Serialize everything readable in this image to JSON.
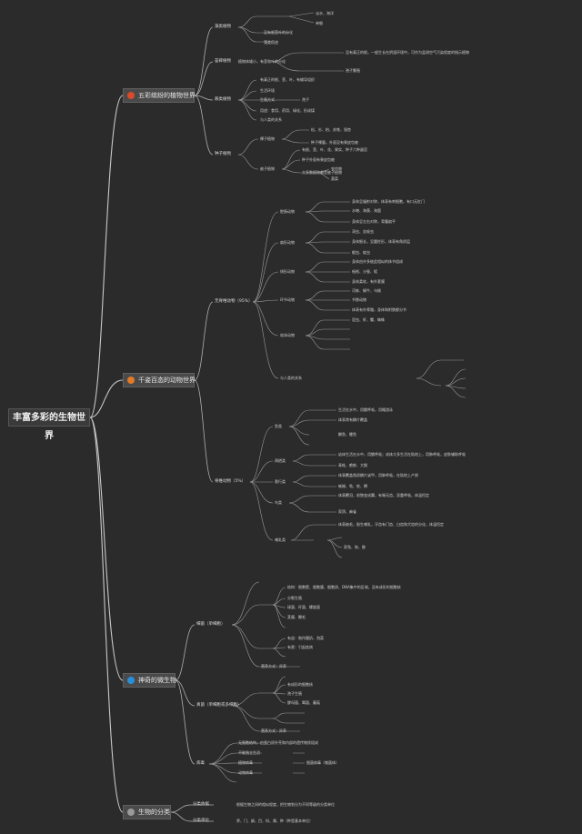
{
  "root": "丰富多彩的生物世界",
  "branches": [
    {
      "label": "五彩缤纷的植物世界",
      "color": "#d84a2a"
    },
    {
      "label": "千姿百态的动物世界",
      "color": "#e27a2a"
    },
    {
      "label": "神奇的微生物",
      "color": "#2a8fd8"
    },
    {
      "label": "生物的分类",
      "color": "#9a9a9a"
    }
  ],
  "nodes": {
    "p1": "藻类植物",
    "p1a": "淡水、海洋",
    "p1b": "单细",
    "p1c": "没有根茎叶的分化",
    "p1d": "藻类用途",
    "p2": "苔藓植物",
    "p2x": "植物体矮小，有茎和叶的分化",
    "p2a": "没有真正的根，一般生长在阴湿环境中，可作为监测空气污染程度的指示植物",
    "p2b": "孢子繁殖",
    "p3": "蕨类植物",
    "p3a": "有真正的根、茎、叶，有输导组织",
    "p3b": "生活环境",
    "p3c": "生殖方式",
    "p3d": "用途：食用、药用、绿化、形成煤",
    "p3e": "与人类的关系",
    "p3e1": "孢子",
    "p4": "种子植物",
    "p4a": "裸子植物",
    "p4a1": "松、杉、柏、苏铁、银杏",
    "p4a2": "种子裸露，外面没有果皮包被",
    "p4b": "被子植物",
    "p4b1": "有根、茎、叶、花、果实、种子六种器官",
    "p4b2": "种子外面有果皮包被",
    "p4b3": "大多数植物都是被子植物",
    "p4b4": "农作物",
    "p4b5": "蔬菜",
    "a1": "无脊椎动物（95%）",
    "a1a": "腔肠动物",
    "a1a1": "身体呈辐射对称，体表有刺细胞，有口无肛门",
    "a1a2": "水螅、海葵、海蜇",
    "a1b": "扁形动物",
    "a1b1": "身体呈左右对称，背腹扁平",
    "a1b2": "涡虫、血吸虫",
    "a1c": "线形动物",
    "a1c1": "身体细长，呈圆柱形，体表有角质层",
    "a1c2": "蛔虫、蛲虫",
    "a1d": "环节动物",
    "a1d1": "身体由许多彼此相似的体节组成",
    "a1d2": "蚯蚓、沙蚕、蛭",
    "a1e": "软体动物",
    "a1e1": "身体柔软，有外套膜",
    "a1e2": "河蚌、蜗牛、乌贼",
    "a1f": "节肢动物",
    "a1f1": "体表有外骨骼，身体和附肢都分节",
    "a1f2": "昆虫、虾、蟹、蜘蛛",
    "a1g": "与人类的关系",
    "a2": "脊椎动物（5%）",
    "a2a": "鱼类",
    "a2a1": "生活在水中，用鳃呼吸，用鳍游泳",
    "a2a2": "体表常有鳞片覆盖",
    "a2a3": "鲫鱼、鲤鱼",
    "a2b": "两栖类",
    "a2b1": "幼体生活在水中，用鳃呼吸；成体大多生活在陆地上，用肺呼吸，皮肤辅助呼吸",
    "a2b2": "青蛙、蟾蜍、大鲵",
    "a2c": "爬行类",
    "a2c1": "体表覆盖角质鳞片或甲，用肺呼吸，在陆地上产卵",
    "a2c2": "蜥蜴、龟、蛇、鳄",
    "a2d": "鸟类",
    "a2d1": "体表覆羽，前肢变成翼，有喙无齿，双重呼吸，体温恒定",
    "a2d2": "家鸽、麻雀",
    "a2e": "哺乳类",
    "a2e1": "体表被毛，胎生哺乳，牙齿有门齿、臼齿和犬齿的分化，体温恒定",
    "a2e2": "家兔、狗、鲸",
    "m1": "细菌（单细胞）",
    "m1a": "结构：细胞壁、细胞膜、细胞质、DNA集中的区域，没有成形的细胞核",
    "m1b": "分裂生殖",
    "m1c": "球菌、杆菌、螺旋菌",
    "m1d": "荚膜、鞭毛",
    "m1e": "营养方式：异养",
    "m1f": "有益：制作酸奶、泡菜",
    "m1g": "有害：引起疾病",
    "m2": "真菌（单细胞或多细胞）",
    "m2a": "有成形的细胞核",
    "m2b": "孢子生殖",
    "m2c": "酵母菌、霉菌、蘑菇",
    "m2d": "营养方式：异养",
    "m3": "病毒",
    "m3a": "无细胞结构，由蛋白质外壳和内部的遗传物质组成",
    "m3b": "不能独立生活",
    "m3c": "植物病毒",
    "m3d": "动物病毒",
    "m3e": "细菌病毒（噬菌体）",
    "c1": "分类依据",
    "c1a": "根据生物之间的相似程度，把生物划分为不同等级的分类单位",
    "c2": "分类单位",
    "c2a": "界、门、纲、目、科、属、种（种是基本单位）"
  }
}
